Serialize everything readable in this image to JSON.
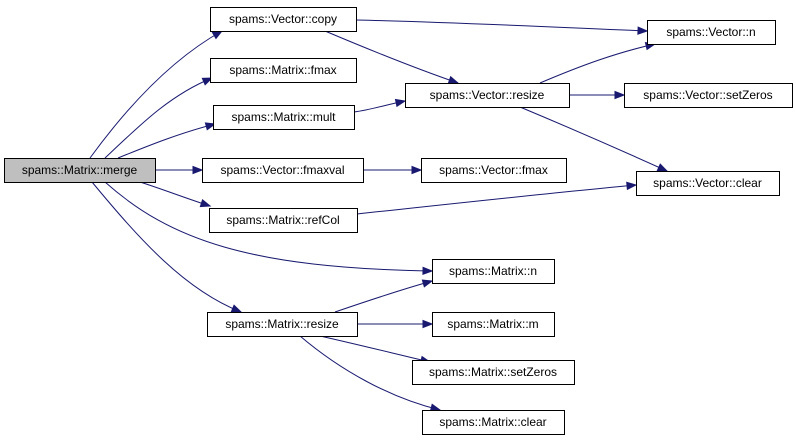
{
  "colors": {
    "edge": "#191970",
    "root_fill": "#bfbfbf",
    "node_fill": "#ffffff",
    "node_stroke": "#000000"
  },
  "nodes": [
    {
      "id": "merge",
      "label": "spams::Matrix::merge",
      "root": true
    },
    {
      "id": "vcopy",
      "label": "spams::Vector::copy"
    },
    {
      "id": "mfmax",
      "label": "spams::Matrix::fmax"
    },
    {
      "id": "mmult",
      "label": "spams::Matrix::mult"
    },
    {
      "id": "vfmaxval",
      "label": "spams::Vector::fmaxval"
    },
    {
      "id": "mrefcol",
      "label": "spams::Matrix::refCol"
    },
    {
      "id": "mresize",
      "label": "spams::Matrix::resize"
    },
    {
      "id": "vn",
      "label": "spams::Vector::n"
    },
    {
      "id": "vresize",
      "label": "spams::Vector::resize"
    },
    {
      "id": "vsetzeros",
      "label": "spams::Vector::setZeros"
    },
    {
      "id": "vfmax",
      "label": "spams::Vector::fmax"
    },
    {
      "id": "vclear",
      "label": "spams::Vector::clear"
    },
    {
      "id": "mn",
      "label": "spams::Matrix::n"
    },
    {
      "id": "mm",
      "label": "spams::Matrix::m"
    },
    {
      "id": "msetzeros",
      "label": "spams::Matrix::setZeros"
    },
    {
      "id": "mclear",
      "label": "spams::Matrix::clear"
    }
  ],
  "edges": [
    {
      "from": "merge",
      "to": "vcopy"
    },
    {
      "from": "merge",
      "to": "mfmax"
    },
    {
      "from": "merge",
      "to": "mmult"
    },
    {
      "from": "merge",
      "to": "vfmaxval"
    },
    {
      "from": "merge",
      "to": "mrefcol"
    },
    {
      "from": "merge",
      "to": "mn"
    },
    {
      "from": "merge",
      "to": "mresize"
    },
    {
      "from": "vcopy",
      "to": "vn"
    },
    {
      "from": "vcopy",
      "to": "vresize"
    },
    {
      "from": "mmult",
      "to": "vresize"
    },
    {
      "from": "vresize",
      "to": "vn"
    },
    {
      "from": "vresize",
      "to": "vsetzeros"
    },
    {
      "from": "vresize",
      "to": "vclear"
    },
    {
      "from": "vfmaxval",
      "to": "vfmax"
    },
    {
      "from": "mrefcol",
      "to": "vclear"
    },
    {
      "from": "mresize",
      "to": "mn"
    },
    {
      "from": "mresize",
      "to": "mm"
    },
    {
      "from": "mresize",
      "to": "msetzeros"
    },
    {
      "from": "mresize",
      "to": "mclear"
    }
  ]
}
